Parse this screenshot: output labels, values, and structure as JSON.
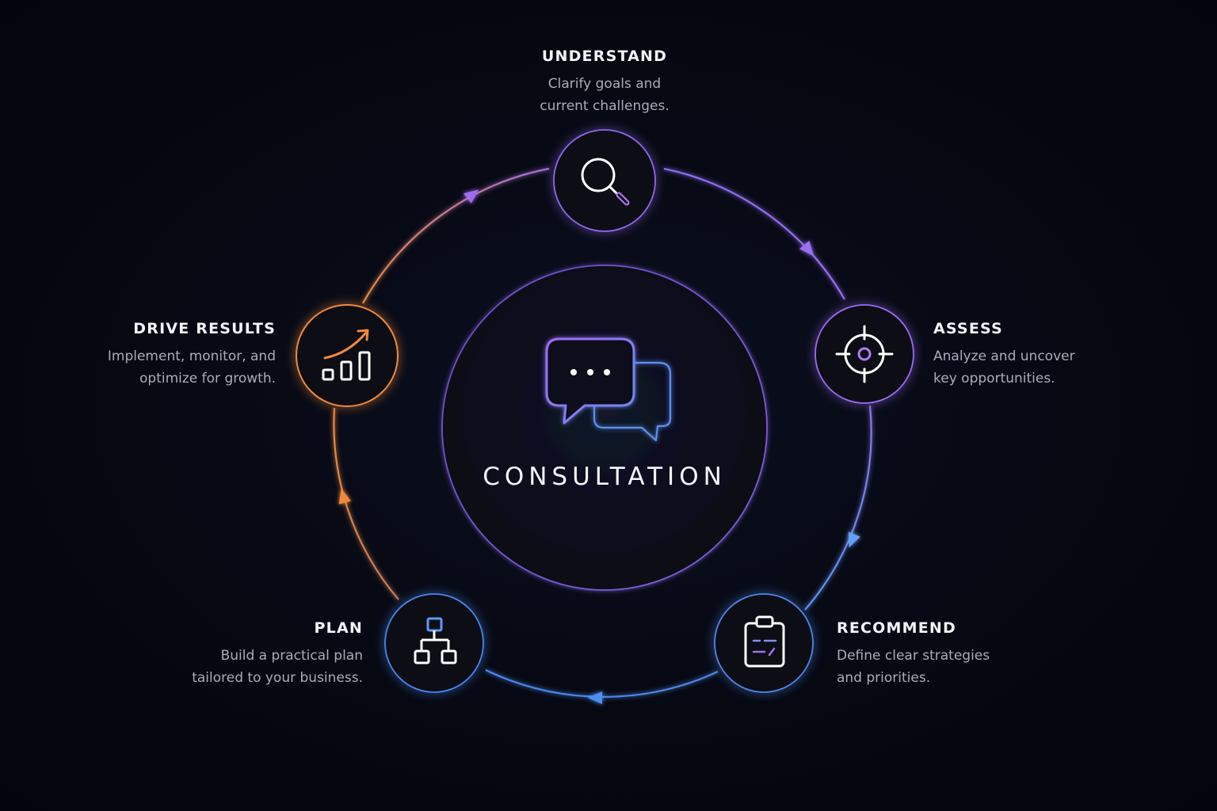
{
  "center": {
    "title": "CONSULTATION",
    "icon": "chat-bubbles-icon"
  },
  "steps": [
    {
      "key": "understand",
      "title": "UNDERSTAND",
      "desc_lines": [
        "Clarify goals and",
        "current challenges."
      ],
      "icon": "magnifier-icon",
      "color": "#9b6cf5"
    },
    {
      "key": "assess",
      "title": "ASSESS",
      "desc_lines": [
        "Analyze and uncover",
        "key opportunities."
      ],
      "icon": "target-icon",
      "color": "#9a6cf2"
    },
    {
      "key": "recommend",
      "title": "RECOMMEND",
      "desc_lines": [
        "Define clear strategies",
        "and priorities."
      ],
      "icon": "clipboard-icon",
      "color": "#5d8ef0"
    },
    {
      "key": "plan",
      "title": "PLAN",
      "desc_lines": [
        "Build a practical plan",
        "tailored to your business."
      ],
      "icon": "hierarchy-icon",
      "color": "#4f8ef0"
    },
    {
      "key": "drive",
      "title": "DRIVE RESULTS",
      "desc_lines": [
        "Implement, monitor, and",
        "optimize for growth."
      ],
      "icon": "growth-chart-icon",
      "color": "#f08a3a"
    }
  ],
  "colors": {
    "purple": "#9b6cf5",
    "blue": "#4f8ef0",
    "orange": "#f08a3a",
    "background": "#060812"
  }
}
